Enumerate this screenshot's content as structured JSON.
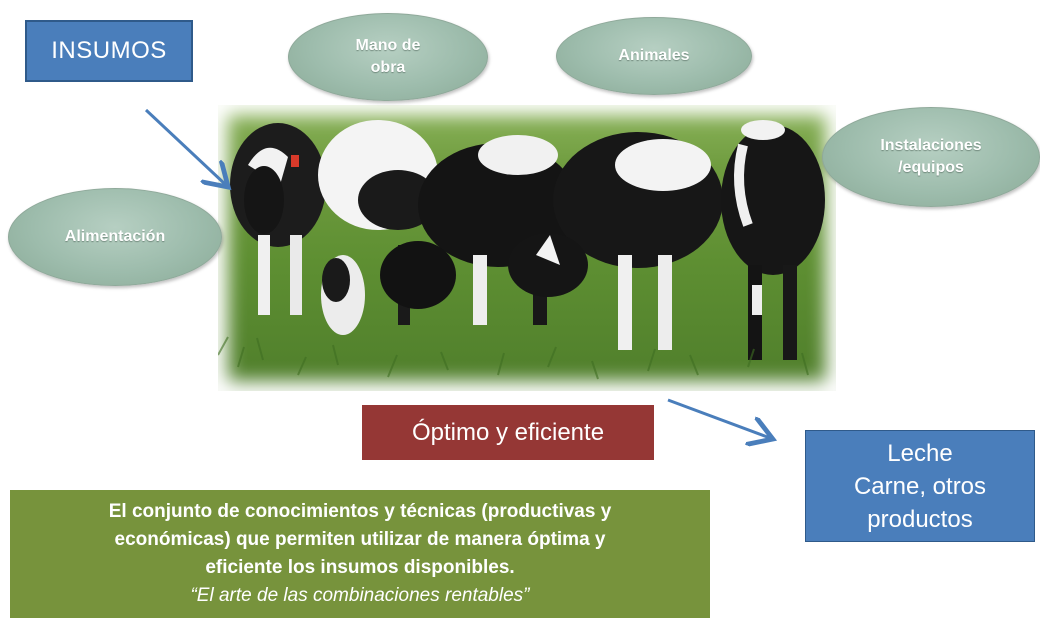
{
  "insumos": {
    "label": "INSUMOS"
  },
  "ovals": {
    "mano_de_obra": [
      "Mano de",
      "obra"
    ],
    "animales": "Animales",
    "instalaciones": [
      "Instalaciones",
      "/equipos"
    ],
    "alimentacion": "Alimentación"
  },
  "optimo": "Óptimo y eficiente",
  "salidas": [
    "Leche",
    "Carne, otros",
    "productos"
  ],
  "definicion": {
    "lines": [
      "El conjunto de conocimientos y técnicas (productivas y",
      "económicas) que permiten utilizar de manera óptima y",
      "eficiente los insumos disponibles."
    ],
    "quote": "“El arte de las combinaciones rentables”"
  },
  "colors": {
    "blue_box": "#4a7ebb",
    "red_box": "#953735",
    "green_box": "#77933c",
    "oval_fill": "#9dbcac",
    "arrow": "#4a7ebb"
  }
}
